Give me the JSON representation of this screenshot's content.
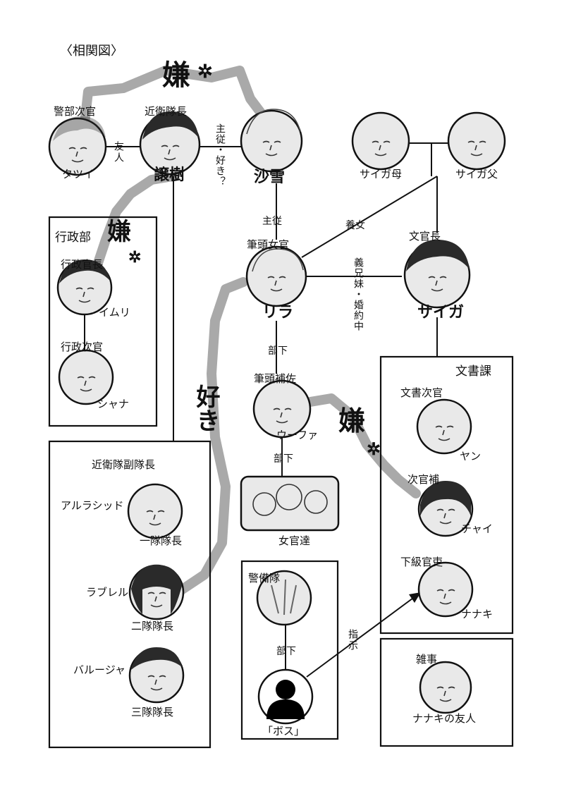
{
  "title": "〈相関図〉",
  "characters": {
    "tatsui": {
      "role": "警部次官",
      "name": "タツイ"
    },
    "joju": {
      "role": "近衛隊長",
      "name": "譲樹"
    },
    "sayuki": {
      "name": "沙雪"
    },
    "saiga_mother": {
      "name": "サイガ母"
    },
    "saiga_father": {
      "name": "サイガ父"
    },
    "lila": {
      "role": "筆頭女官",
      "name": "リラ"
    },
    "saiga": {
      "role": "文官長",
      "name": "サイガ"
    },
    "imuri": {
      "role": "行政官長",
      "name": "イムリ"
    },
    "shana": {
      "role": "行政次官",
      "name": "シャナ"
    },
    "woofa": {
      "role": "筆頭補佐",
      "name": "ウーファ"
    },
    "court_ladies": {
      "name": "女官達"
    },
    "arrashid": {
      "name": "アルラシッド",
      "role": "一隊隊長"
    },
    "rabrel": {
      "name": "ラブレル",
      "role": "二隊隊長"
    },
    "bulujah": {
      "name": "バルージャ",
      "role": "三隊隊長"
    },
    "guard": {
      "role": "警備隊"
    },
    "boss": {
      "name": "「ボス」"
    },
    "yan": {
      "role": "文書次官",
      "name": "ヤン"
    },
    "chai": {
      "role": "次官補",
      "name": "チャイ"
    },
    "nanaki": {
      "role": "下級官吏",
      "name": "ナナキ"
    },
    "nanaki_friend": {
      "role": "雑事",
      "name": "ナナキの友人"
    }
  },
  "groups": {
    "gyoseibu": "行政部",
    "vice_captains": "近衛隊副隊長",
    "bunshoka": "文書課"
  },
  "relations": {
    "friend": "友人",
    "master_servant_love": "主従・好き？",
    "master_servant": "主従",
    "adopted_daughter": "養女",
    "siblings_engaged": "義兄妹・婚約中",
    "subordinate1": "部下",
    "subordinate2": "部下",
    "subordinate3": "部下",
    "instruction": "指示"
  },
  "annotations": {
    "dislike1": "嫌",
    "dislike2": "嫌",
    "dislike3": "嫌",
    "like": "好き"
  },
  "colors": {
    "ink": "#111111",
    "arrow": "#9a9a9a",
    "face": "#e9e9e9",
    "silhouette": "#000000"
  }
}
